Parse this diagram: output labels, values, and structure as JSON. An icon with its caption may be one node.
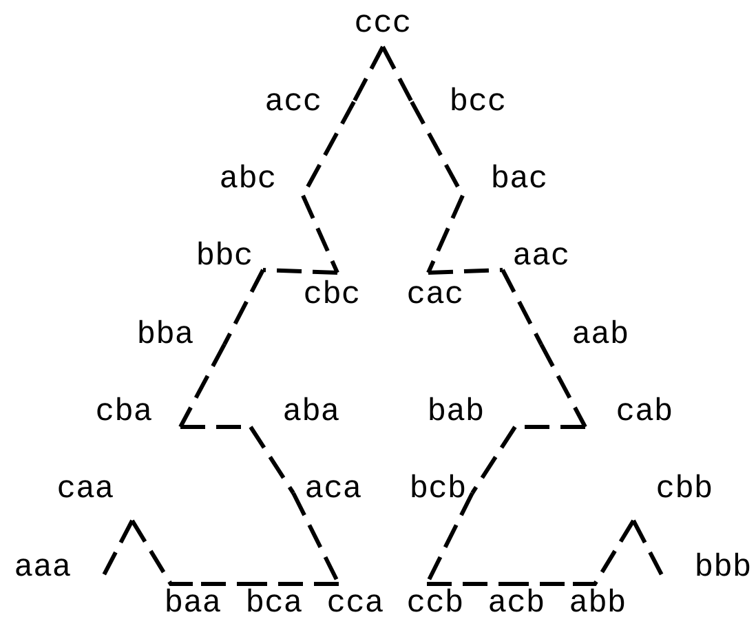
{
  "diagram": {
    "nodes": [
      {
        "text": [
          "ccc"
        ]
      },
      {
        "text": [
          "acc"
        ]
      },
      {
        "text": [
          "bcc"
        ]
      },
      {
        "text": [
          "abc"
        ]
      },
      {
        "text": [
          "bac"
        ]
      },
      {
        "text": [
          "bbc"
        ]
      },
      {
        "text": [
          "aac"
        ]
      },
      {
        "text": [
          "cbc"
        ]
      },
      {
        "text": [
          "cac"
        ]
      },
      {
        "text": [
          "bba"
        ]
      },
      {
        "text": [
          "aab"
        ]
      },
      {
        "text": [
          "cba"
        ]
      },
      {
        "text": [
          "aba"
        ]
      },
      {
        "text": [
          "bab"
        ]
      },
      {
        "text": [
          "cab"
        ]
      },
      {
        "text": [
          "caa"
        ]
      },
      {
        "text": [
          "aca"
        ]
      },
      {
        "text": [
          "bcb"
        ]
      },
      {
        "text": [
          "cbb"
        ]
      },
      {
        "text": [
          "aaa"
        ]
      },
      {
        "text": [
          "bbb"
        ]
      },
      {
        "text": [
          "baa"
        ]
      },
      {
        "text": [
          "bca"
        ]
      },
      {
        "text": [
          "cca"
        ]
      },
      {
        "text": [
          "ccb"
        ]
      },
      {
        "text": [
          "acb"
        ]
      },
      {
        "text": [
          "abb"
        ]
      }
    ],
    "edges": [
      {
        "from": 0,
        "to": 1,
        "arrow": "none"
      },
      {
        "from": 1,
        "to": 3,
        "arrow": "none"
      },
      {
        "from": 3,
        "to": 7,
        "arrow": "none"
      },
      {
        "from": 7,
        "to": 5,
        "arrow": "none"
      },
      {
        "from": 5,
        "to": 9,
        "arrow": "none"
      },
      {
        "from": 9,
        "to": 11,
        "arrow": "none"
      },
      {
        "from": 11,
        "to": 12,
        "arrow": "none"
      },
      {
        "from": 12,
        "to": 16,
        "arrow": "none"
      },
      {
        "from": 16,
        "to": 23,
        "arrow": "none"
      },
      {
        "from": 23,
        "to": 22,
        "arrow": "none"
      },
      {
        "from": 22,
        "to": 21,
        "arrow": "none"
      },
      {
        "from": 21,
        "to": 15,
        "arrow": "none"
      },
      {
        "from": 15,
        "to": 19,
        "arrow": "none"
      },
      {
        "from": 0,
        "to": 2,
        "arrow": "none"
      },
      {
        "from": 2,
        "to": 4,
        "arrow": "none"
      },
      {
        "from": 4,
        "to": 8,
        "arrow": "none"
      },
      {
        "from": 8,
        "to": 6,
        "arrow": "none"
      },
      {
        "from": 6,
        "to": 10,
        "arrow": "none"
      },
      {
        "from": 10,
        "to": 14,
        "arrow": "none"
      },
      {
        "from": 14,
        "to": 13,
        "arrow": "none"
      },
      {
        "from": 13,
        "to": 17,
        "arrow": "none"
      },
      {
        "from": 17,
        "to": 24,
        "arrow": "none"
      },
      {
        "from": 24,
        "to": 25,
        "arrow": "none"
      },
      {
        "from": 25,
        "to": 26,
        "arrow": "none"
      },
      {
        "from": 26,
        "to": 18,
        "arrow": "none"
      },
      {
        "from": 18,
        "to": 20,
        "arrow": "none"
      }
    ]
  }
}
